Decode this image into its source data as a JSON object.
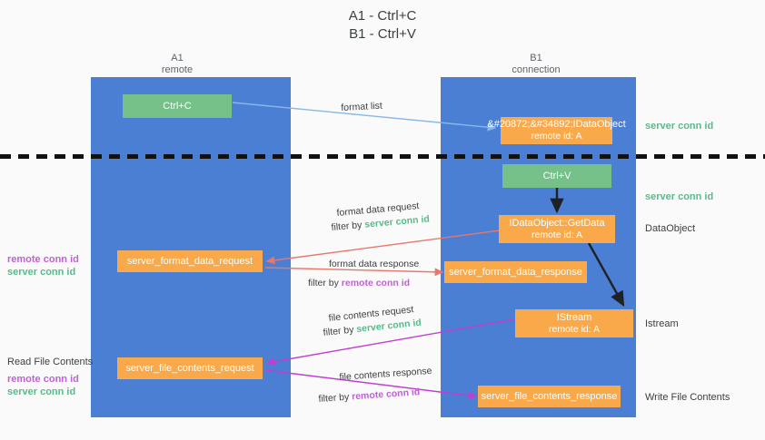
{
  "title": "A1 - Ctrl+C\nB1 - Ctrl+V",
  "colors": {
    "lane": "#4a7fd4",
    "green_box": "#76c08a",
    "orange_box": "#f9a94a",
    "server_conn_id": "#57bb8a",
    "remote_conn_id": "#c061d4",
    "arrow_blue": "#8ab6e8",
    "arrow_red": "#e8766b",
    "arrow_magenta": "#c03fd0",
    "arrow_black": "#202124",
    "background": "#fafafa"
  },
  "lanes": [
    {
      "name": "A1",
      "sub": "remote"
    },
    {
      "name": "B1",
      "sub": "connection"
    }
  ],
  "boxes": {
    "ctrl_c": "Ctrl+C",
    "ctrl_v": "Ctrl+V",
    "idataobject": {
      "line1": "&#20872;&#34892;IDataObject",
      "line2": "remote id: A"
    },
    "getdata": {
      "line1": "IDataObject::GetData",
      "line2": "remote id: A"
    },
    "istream": {
      "line1": "IStream",
      "line2": "remote id: A"
    },
    "server_format_data_request": "server_format_data_request",
    "server_format_data_response": "server_format_data_response",
    "server_file_contents_request": "server_file_contents_request",
    "server_file_contents_response": "server_file_contents_response"
  },
  "edge_labels": {
    "format_list": "format list",
    "format_data_request": "format data request",
    "format_data_request_filter_prefix": "filter by ",
    "format_data_request_filter_value": "server conn id",
    "format_data_response": "format data response",
    "format_data_response_filter_prefix": "filter by ",
    "format_data_response_filter_value": "remote conn id",
    "file_contents_request": "file contents request",
    "file_contents_request_filter_prefix": "filter by ",
    "file_contents_request_filter_value": "server conn id",
    "file_contents_response": "file contents response",
    "file_contents_response_filter_prefix": "filter by ",
    "file_contents_response_filter_value": "remote conn id"
  },
  "annotations": {
    "server_conn_id_top": "server conn id",
    "server_conn_id_second": "server conn id",
    "dataobject": "DataObject",
    "istream": "Istream",
    "write_file_contents": "Write File Contents",
    "read_file_contents": "Read File Contents",
    "left_pair_1_remote": "remote conn id",
    "left_pair_1_server": "server conn id",
    "left_pair_2_remote": "remote conn id",
    "left_pair_2_server": "server conn id"
  }
}
